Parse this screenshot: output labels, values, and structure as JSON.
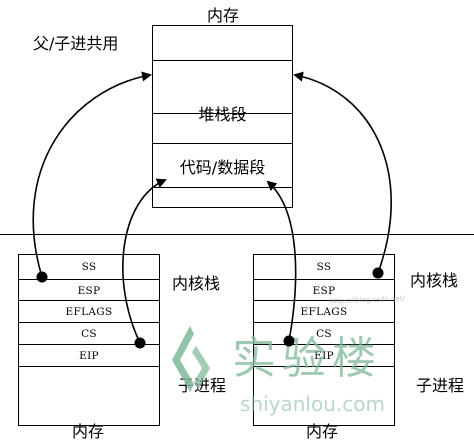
{
  "top_memory": {
    "title": "内存",
    "shared_label": "父/子进共用",
    "stack_segment": "堆栈段",
    "code_data_segment": "代码/数据段"
  },
  "parent": {
    "kernel_stack_label": "内核栈",
    "registers": [
      "SS",
      "ESP",
      "EFLAGS",
      "CS",
      "EIP"
    ],
    "memory_label": "内存"
  },
  "child": {
    "kernel_stack_label": "内核栈",
    "registers": [
      "SS",
      "ESP",
      "EFLAGS",
      "CS",
      "EIP"
    ],
    "process_label": "子进程",
    "memory_label": "内存"
  },
  "watermark": {
    "brand": "实验楼",
    "site": "shiyanlou.com",
    "blog": "https://blog.csdn.net/"
  },
  "child_process_left_label": "子进程",
  "colors": {
    "line": "#000000",
    "watermark": "#7fb79a"
  }
}
